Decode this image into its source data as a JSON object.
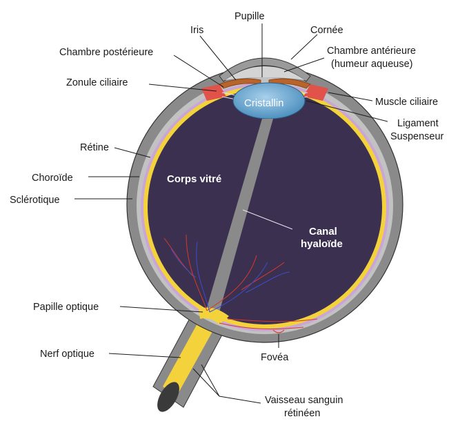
{
  "labels": {
    "pupille": "Pupille",
    "iris": "Iris",
    "cornee": "Cornée",
    "chambre_posterieure": "Chambre postérieure",
    "chambre_anterieure_1": "Chambre antérieure",
    "chambre_anterieure_2": "(humeur aqueuse)",
    "zonule_ciliaire": "Zonule ciliaire",
    "muscle_ciliaire": "Muscle ciliaire",
    "cristallin": "Cristallin",
    "ligament_1": "Ligament",
    "ligament_2": "Suspenseur",
    "retine": "Rétine",
    "choroide": "Choroïde",
    "sclerotique": "Sclérotique",
    "corps_vitre": "Corps vitré",
    "canal_1": "Canal",
    "canal_2": "hyaloïde",
    "papille_optique": "Papille optique",
    "nerf_optique": "Nerf optique",
    "fovea": "Fovéa",
    "vaisseau_1": "Vaisseau sanguin",
    "vaisseau_2": "rétinéen"
  },
  "colors": {
    "sclera": "#8a8a8a",
    "sclera_light": "#bdbdbd",
    "choroid": "#c9a6d6",
    "retina": "#f3d23c",
    "vitreous": "#3b3050",
    "lens": "#5f9ec9",
    "iris": "#b9642a",
    "ciliary_muscle": "#e0524a",
    "vessel_red": "#d8392b",
    "vessel_blue": "#3a4fc7",
    "nerve": "#f3d23c"
  }
}
